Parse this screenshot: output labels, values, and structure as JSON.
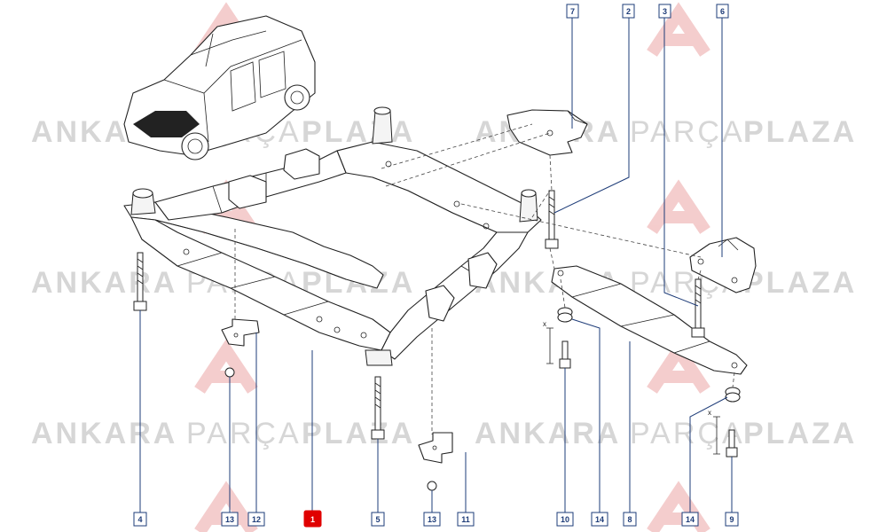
{
  "watermark": {
    "brand_light": "ANKARA",
    "brand_mid": "PARÇA",
    "brand_bold": "PLAZA",
    "logo_mark": "AP"
  },
  "dimension_label": "x",
  "callouts": {
    "c1": "1",
    "c2": "2",
    "c3": "3",
    "c4": "4",
    "c5": "5",
    "c6": "6",
    "c7": "7",
    "c8": "8",
    "c9": "9",
    "c10": "10",
    "c11": "11",
    "c12": "12",
    "c13a": "13",
    "c13b": "13",
    "c14a": "14",
    "c14b": "14"
  },
  "colors": {
    "callout_border": "#1e3c78",
    "highlight": "#e00000",
    "watermark": "#d6d6d6"
  }
}
